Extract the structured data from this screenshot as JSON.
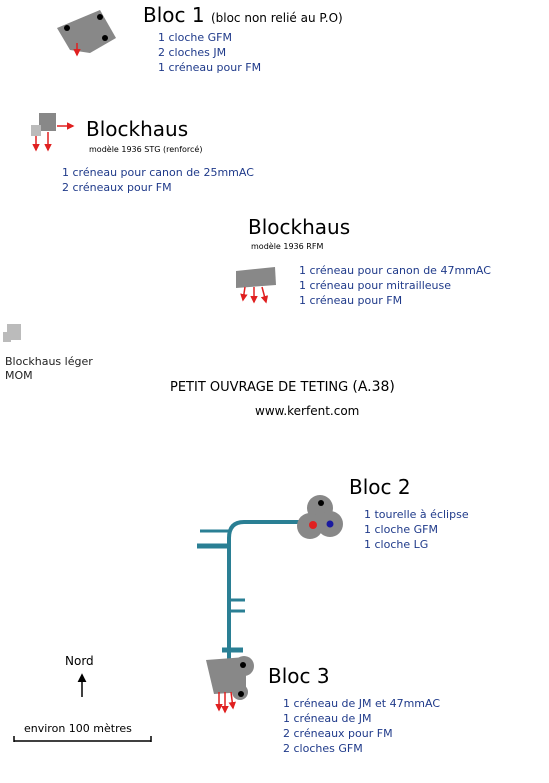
{
  "map": {
    "title": "PETIT OUVRAGE DE TETING",
    "code": "(A.38)",
    "website": "www.kerfent.com",
    "north_label": "Nord",
    "scale_label": "environ 100 mètres"
  },
  "bloc1": {
    "name": "Bloc 1",
    "note": "(bloc non relié au P.O)",
    "items": [
      "1 cloche GFM",
      "2 cloches JM",
      "1 créneau pour FM"
    ]
  },
  "blockhaus_stg": {
    "name": "Blockhaus",
    "model": "modèle 1936 STG (renforcé)",
    "items": [
      "1 créneau pour canon de 25mmAC",
      "2 créneaux pour FM"
    ]
  },
  "blockhaus_rfm": {
    "name": "Blockhaus",
    "model": "modèle 1936 RFM",
    "items": [
      "1 créneau pour canon de 47mmAC",
      "1 créneau pour mitrailleuse",
      "1 créneau pour FM"
    ]
  },
  "blockhaus_mom": {
    "lines": [
      "Blockhaus léger",
      "MOM"
    ]
  },
  "bloc2": {
    "name": "Bloc 2",
    "items": [
      "1 tourelle à éclipse",
      "1 cloche GFM",
      "1 cloche LG"
    ]
  },
  "bloc3": {
    "name": "Bloc 3",
    "items": [
      "1 créneau de JM et 47mmAC",
      "1 créneau de JM",
      "2 créneaux pour FM",
      "2 cloches GFM"
    ]
  },
  "colors": {
    "block_gray": "#888888",
    "light_gray": "#bbbbbb",
    "gallery": "#2a7f94",
    "fire_red": "#e02020",
    "list_blue": "#1f3a8a",
    "dot_blue": "#1a1aa0"
  }
}
